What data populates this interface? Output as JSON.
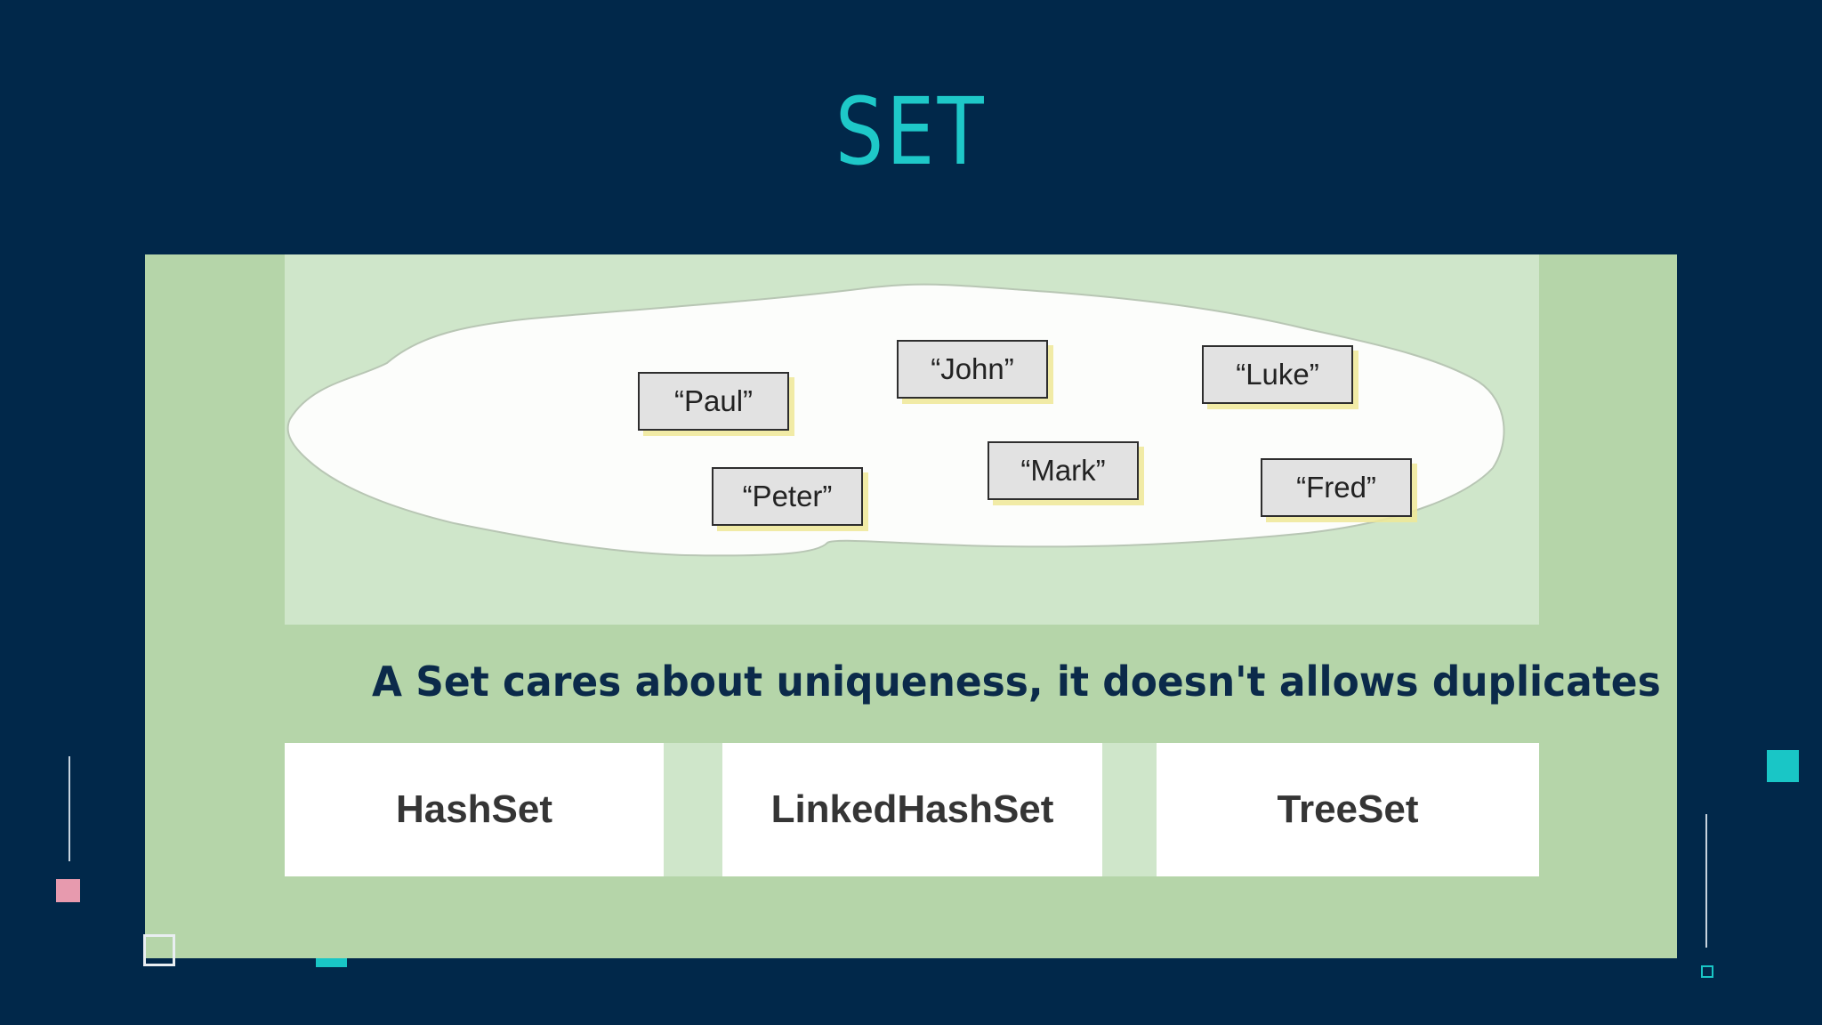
{
  "slide": {
    "title": "SET",
    "caption": "A Set cares about uniqueness, it doesn't allows duplicates"
  },
  "diagram": {
    "set_members": [
      "“Paul”",
      "“John”",
      "“Luke”",
      "“Peter”",
      "“Mark”",
      "“Fred”"
    ],
    "implementations": [
      "HashSet",
      "LinkedHashSet",
      "TreeSet"
    ]
  },
  "colors": {
    "background": "#01284a",
    "title": "#1ec8c8",
    "panel": "#b5d5a9",
    "caption": "#0b2a4a",
    "accent_teal": "#19c6c6",
    "accent_pink": "#e79aae"
  }
}
